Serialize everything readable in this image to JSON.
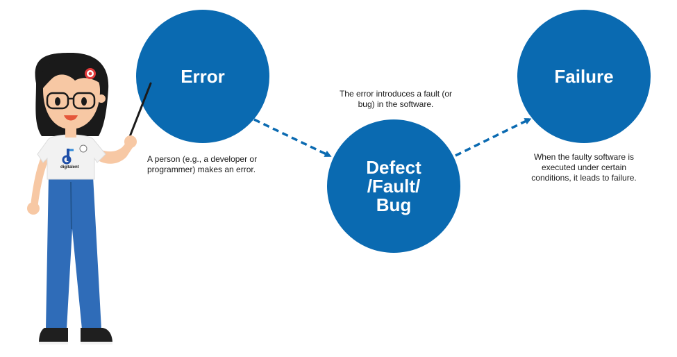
{
  "nodes": [
    {
      "id": "error",
      "label": [
        "Error"
      ]
    },
    {
      "id": "defect",
      "label": [
        "Defect",
        "/Fault/",
        "Bug"
      ]
    },
    {
      "id": "failure",
      "label": [
        "Failure"
      ]
    }
  ],
  "captions": {
    "error": [
      "A person (e.g., a developer or",
      "programmer) makes an error."
    ],
    "defect": [
      "The error introduces a fault (or",
      "bug) in the software."
    ],
    "failure": [
      "When the faulty software is",
      "executed under certain",
      "conditions, it leads to failure."
    ]
  },
  "mascot": {
    "shirt_logo": "digitalent"
  },
  "colors": {
    "circle": "#0A6AB1",
    "arrow": "#0A6AB1",
    "pants": "#2F6CB8",
    "text": "#1a1a1a"
  }
}
